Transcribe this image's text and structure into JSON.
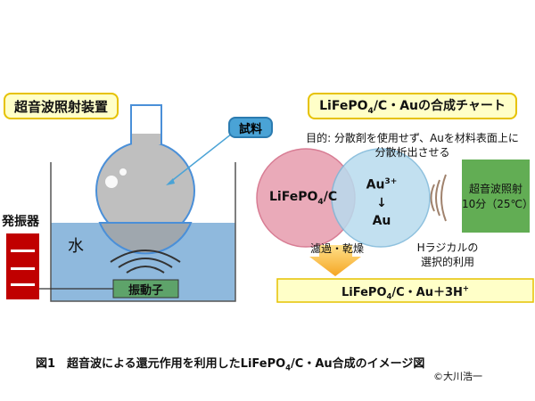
{
  "labels": {
    "apparatus_title": "超音波照射装置",
    "sample": "試料",
    "chart_title_pre": "LiFePO",
    "chart_title_sub": "4",
    "chart_title_post": "/C・Auの合成チャート",
    "oscillator": "発振器",
    "water": "水",
    "transducer": "振動子",
    "purpose_line1": "目的: 分散剤を使用せず、Auを材料表面上に",
    "purpose_line2": "分散析出させる",
    "circle_left_pre": "LiFePO",
    "circle_left_sub": "4",
    "circle_left_post": "/C",
    "au3_base": "Au",
    "au3_sup": "3+",
    "arrow_down": "↓",
    "au": "Au",
    "ultrasound_line1": "超音波照射",
    "ultrasound_line2": "10分（25℃）",
    "filter_dry": "濾過・乾燥",
    "h_radical_line1": "Hラジカルの",
    "h_radical_line2": "選択的利用",
    "product_pre": "LiFePO",
    "product_sub": "4",
    "product_mid": "/C・Au＋3H",
    "product_sup": "+",
    "caption_pre": "図1　超音波による還元作用を利用したLiFePO",
    "caption_sub": "4",
    "caption_post": "/C・Au合成のイメージ図",
    "credit": "©大川浩一"
  },
  "colors": {
    "label_fill": "#ffffc8",
    "label_border": "#e6c200",
    "water": "#8fb9dd",
    "oscillator": "#c00000",
    "transducer": "#5ea36a",
    "ultrasound_box": "#62ad54",
    "circle_pink": "#e9a6b6",
    "circle_blue": "#b8dbee",
    "arrow_orange": "#f5b32e",
    "sample_label": "#4aa3d6"
  }
}
